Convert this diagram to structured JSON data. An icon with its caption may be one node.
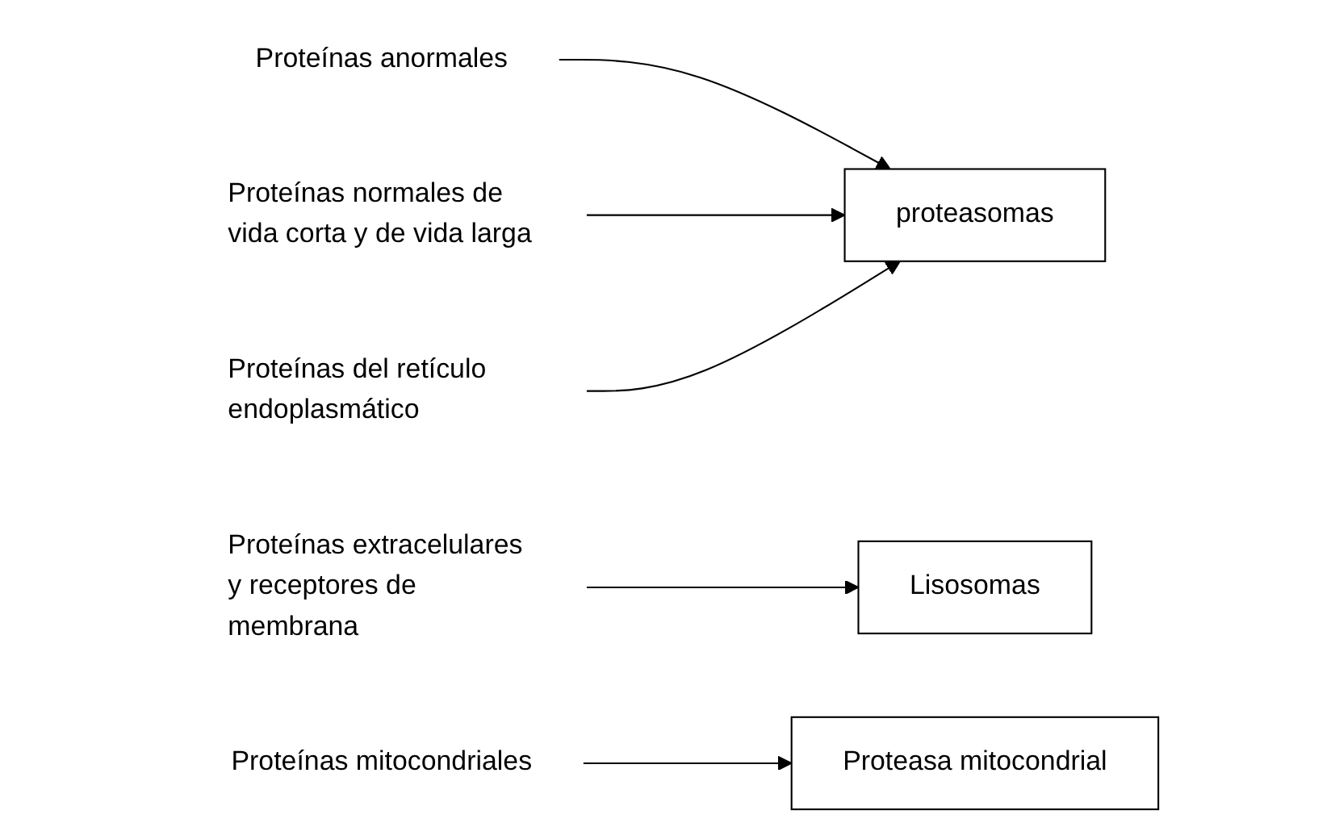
{
  "diagram": {
    "nodes": [
      {
        "text": [
          "Proteínas anormales"
        ]
      },
      {
        "text": [
          "Proteínas normales de vida corta y de vida larga"
        ]
      },
      {
        "text": [
          "Proteínas del retículo endoplasmático"
        ]
      },
      {
        "text": [
          "Proteínas extracelulares y receptores de membrana"
        ]
      },
      {
        "text": [
          "Proteínas mitocondriales"
        ]
      },
      {
        "text": [
          "proteasomas"
        ]
      },
      {
        "text": [
          "Lisosomas"
        ]
      },
      {
        "text": [
          "Proteasa mitocondrial"
        ]
      }
    ],
    "edges": [
      {
        "from": 0,
        "to": 5,
        "arrow": "to"
      },
      {
        "from": 1,
        "to": 5,
        "arrow": "to"
      },
      {
        "from": 2,
        "to": 5,
        "arrow": "to"
      },
      {
        "from": 3,
        "to": 6,
        "arrow": "to"
      },
      {
        "from": 4,
        "to": 7,
        "arrow": "to"
      }
    ]
  }
}
